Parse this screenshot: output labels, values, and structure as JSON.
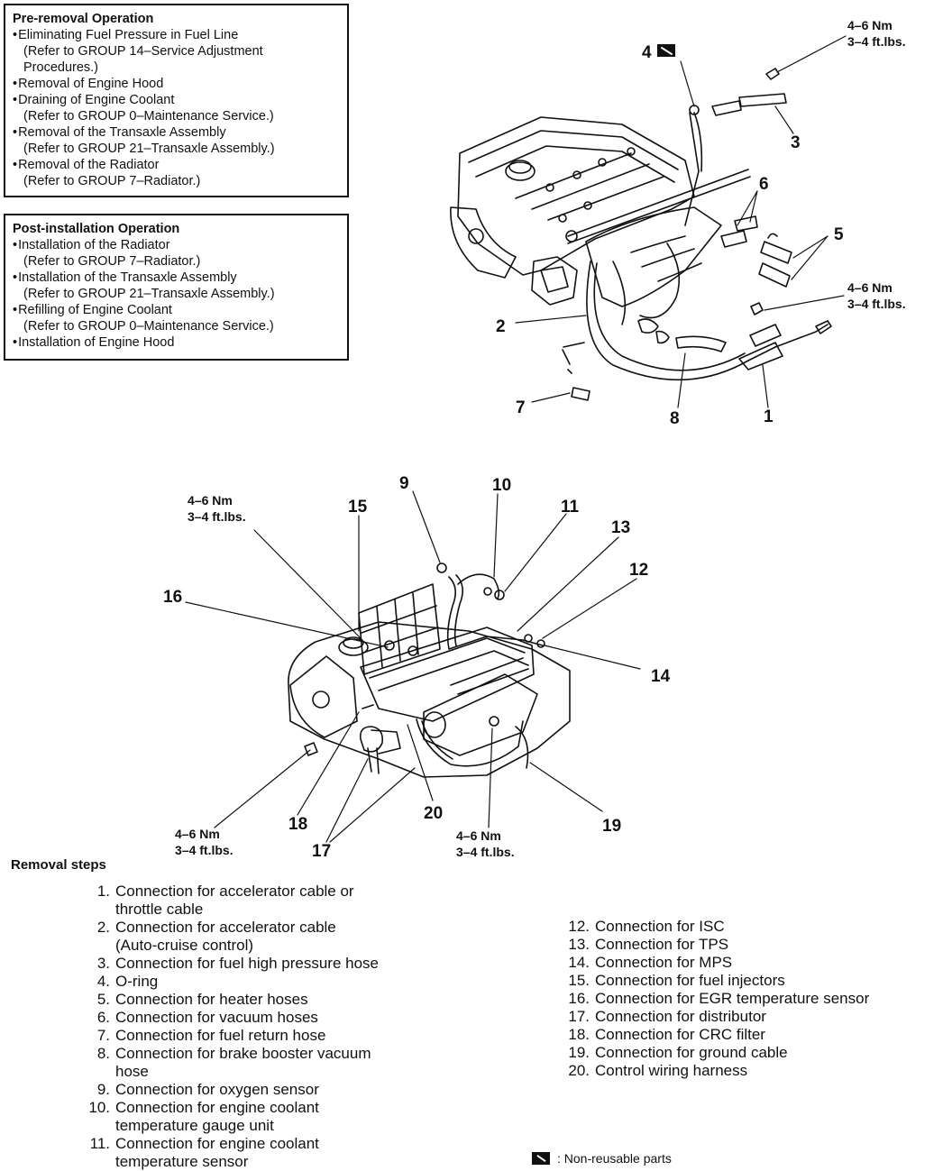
{
  "pre_removal": {
    "title": "Pre-removal Operation",
    "lines": [
      {
        "text": "Eliminating Fuel Pressure in Fuel Line",
        "bullet": true
      },
      {
        "text": "(Refer to GROUP 14–Service Adjustment",
        "bullet": false
      },
      {
        "text": "Procedures.)",
        "bullet": false
      },
      {
        "text": "Removal of Engine Hood",
        "bullet": true
      },
      {
        "text": "Draining of Engine Coolant",
        "bullet": true
      },
      {
        "text": "(Refer to GROUP 0–Maintenance Service.)",
        "bullet": false
      },
      {
        "text": "Removal of the Transaxle Assembly",
        "bullet": true
      },
      {
        "text": "(Refer to GROUP 21–Transaxle Assembly.)",
        "bullet": false
      },
      {
        "text": "Removal of the Radiator",
        "bullet": true
      },
      {
        "text": "(Refer to GROUP 7–Radiator.)",
        "bullet": false
      }
    ]
  },
  "post_installation": {
    "title": "Post-installation Operation",
    "lines": [
      {
        "text": "Installation of the Radiator",
        "bullet": true
      },
      {
        "text": "(Refer to GROUP 7–Radiator.)",
        "bullet": false
      },
      {
        "text": "Installation of the Transaxle Assembly",
        "bullet": true
      },
      {
        "text": "(Refer to GROUP 21–Transaxle Assembly.)",
        "bullet": false
      },
      {
        "text": "Refilling of Engine Coolant",
        "bullet": true
      },
      {
        "text": "(Refer to GROUP 0–Maintenance Service.)",
        "bullet": false
      },
      {
        "text": "Installation of Engine Hood",
        "bullet": true
      }
    ]
  },
  "torque": {
    "nm": "4–6 Nm",
    "ftlbs": "3–4 ft.lbs."
  },
  "callouts_top": [
    "1",
    "2",
    "3",
    "4",
    "5",
    "6",
    "7",
    "8"
  ],
  "callouts_bottom": [
    "9",
    "10",
    "11",
    "12",
    "13",
    "14",
    "15",
    "16",
    "17",
    "18",
    "19",
    "20"
  ],
  "removal_steps": {
    "title": "Removal steps",
    "left": [
      {
        "num": "1.",
        "lines": [
          "Connection for accelerator cable or",
          "throttle cable"
        ]
      },
      {
        "num": "2.",
        "lines": [
          "Connection for accelerator cable",
          "(Auto-cruise control)"
        ]
      },
      {
        "num": "3.",
        "lines": [
          "Connection for fuel high pressure hose"
        ]
      },
      {
        "num": "4.",
        "lines": [
          "O-ring"
        ]
      },
      {
        "num": "5.",
        "lines": [
          "Connection for heater hoses"
        ]
      },
      {
        "num": "6.",
        "lines": [
          "Connection for vacuum hoses"
        ]
      },
      {
        "num": "7.",
        "lines": [
          "Connection for fuel return hose"
        ]
      },
      {
        "num": "8.",
        "lines": [
          "Connection for brake booster vacuum",
          "hose"
        ]
      },
      {
        "num": "9.",
        "lines": [
          "Connection for oxygen sensor"
        ]
      },
      {
        "num": "10.",
        "lines": [
          "Connection for engine coolant",
          "temperature gauge unit"
        ]
      },
      {
        "num": "11.",
        "lines": [
          "Connection for engine coolant",
          "temperature sensor"
        ]
      }
    ],
    "right": [
      {
        "num": "12.",
        "lines": [
          "Connection for ISC"
        ]
      },
      {
        "num": "13.",
        "lines": [
          "Connection for TPS"
        ]
      },
      {
        "num": "14.",
        "lines": [
          "Connection for MPS"
        ]
      },
      {
        "num": "15.",
        "lines": [
          "Connection for fuel injectors"
        ]
      },
      {
        "num": "16.",
        "lines": [
          "Connection for EGR temperature sensor"
        ]
      },
      {
        "num": "17.",
        "lines": [
          "Connection for distributor"
        ]
      },
      {
        "num": "18.",
        "lines": [
          "Connection for CRC filter"
        ]
      },
      {
        "num": "19.",
        "lines": [
          "Connection for ground cable"
        ]
      },
      {
        "num": "20.",
        "lines": [
          "Control wiring harness"
        ]
      }
    ]
  },
  "legend": {
    "text": ": Non-reusable parts",
    "icon": "non-reusable-icon"
  }
}
